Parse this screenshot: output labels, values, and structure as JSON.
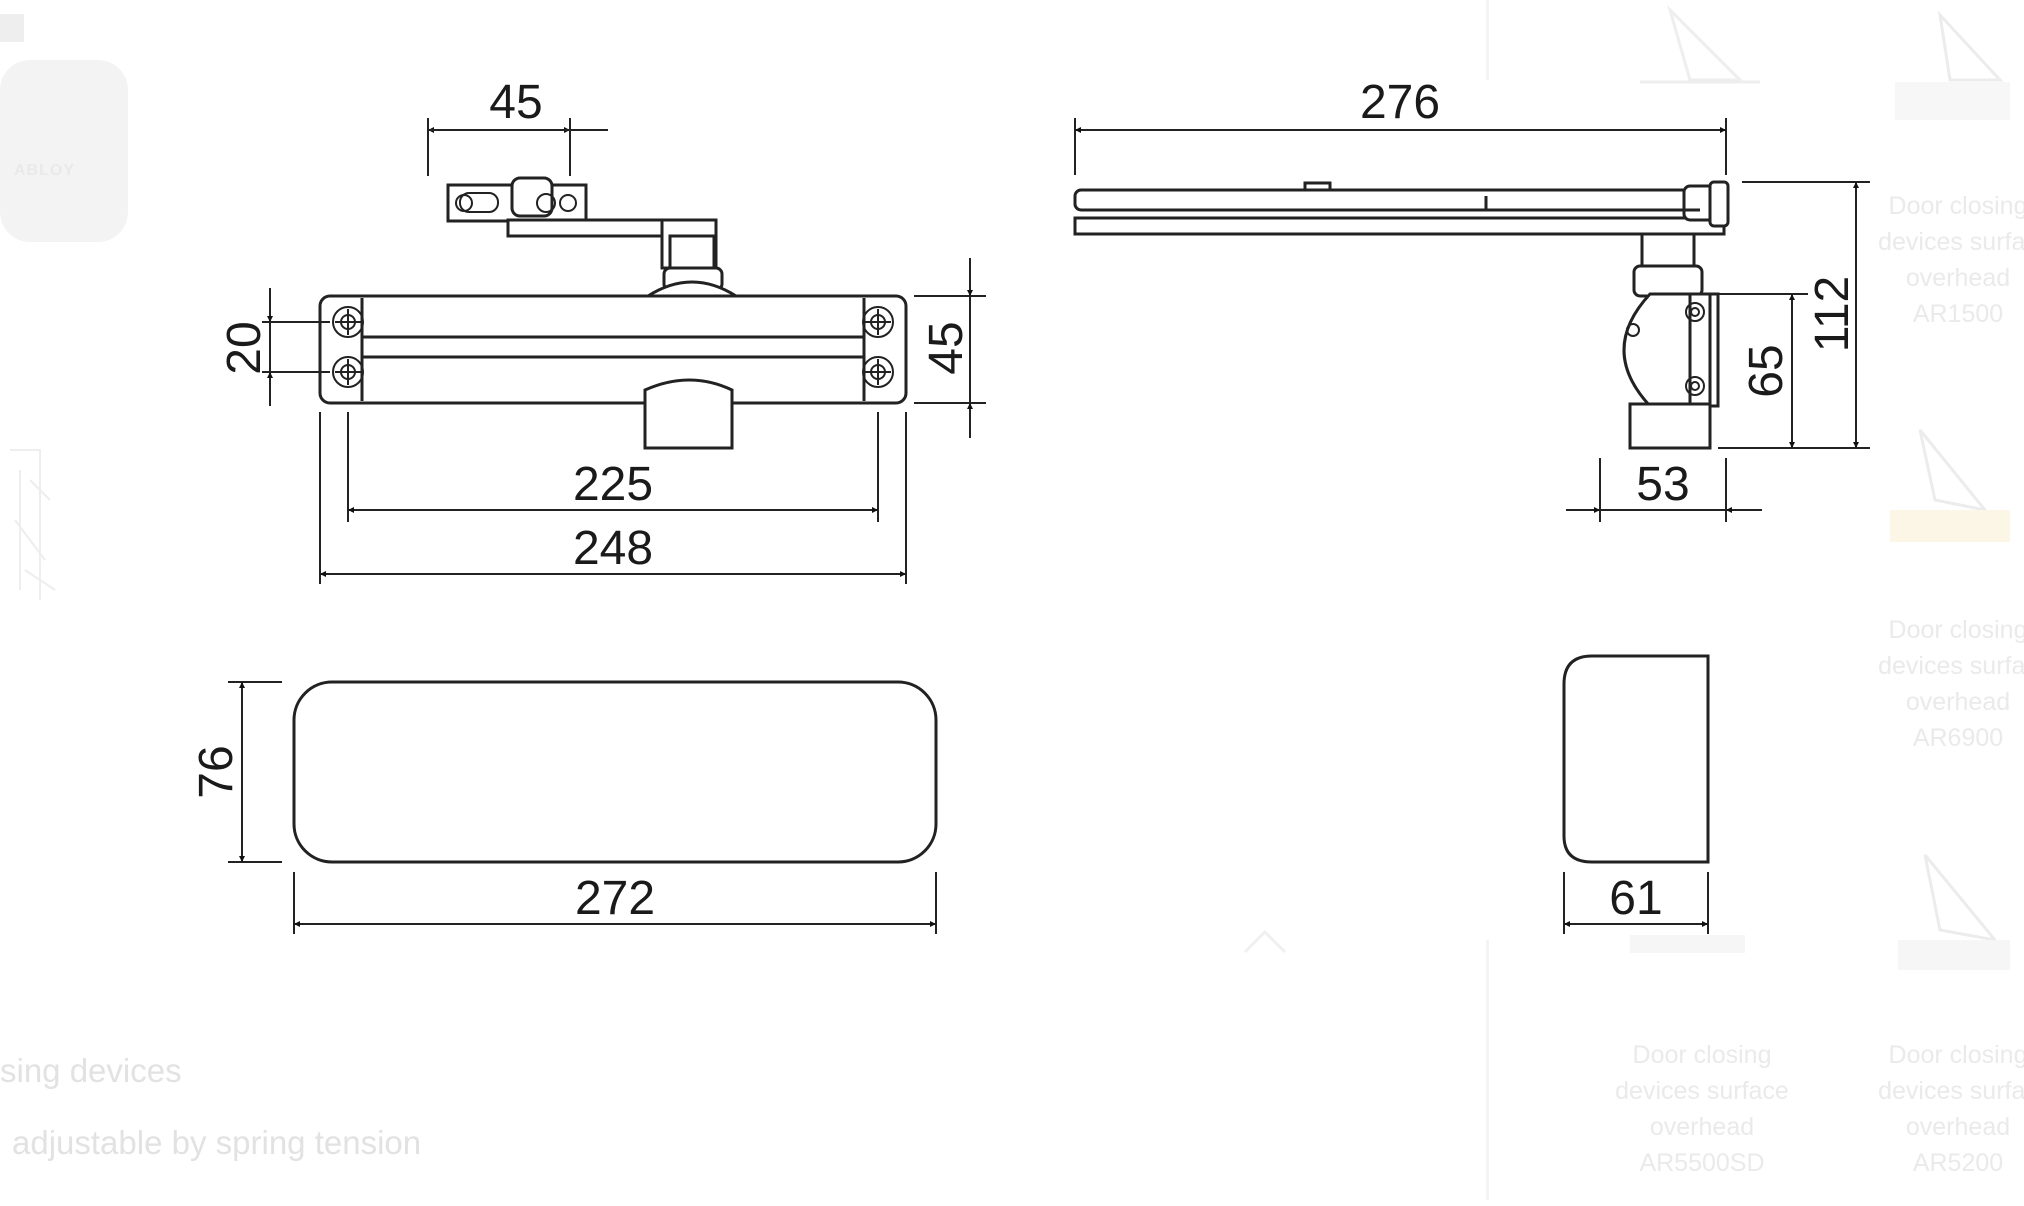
{
  "background": {
    "brand_logo": "ABLOY",
    "bottom_text": [
      "sing devices",
      "adjustable by spring tension"
    ],
    "side_products": [
      {
        "caption": "Door closing\ndevices surfac\noverhead\nAR1500"
      },
      {
        "caption": "Door closing\ndevices surfac\noverhead\nAR6900"
      },
      {
        "caption": "Door closing\ndevices surface\noverhead\nAR5500SD"
      },
      {
        "caption": "Door closing\ndevices surfac\noverhead\nAR5200"
      }
    ]
  },
  "dimensions": {
    "arm_width": "45",
    "mount_hole_spacing": "20",
    "body_height": "45",
    "hole_spacing_length": "225",
    "body_length": "248",
    "arm_length": "276",
    "total_height": "112",
    "side_body_height": "65",
    "side_body_depth": "53",
    "cover_height": "76",
    "cover_length": "272",
    "cover_depth": "61"
  },
  "colors": {
    "line": "#222222",
    "text": "#1a1a1a",
    "watermark": "#e6e6e6"
  }
}
